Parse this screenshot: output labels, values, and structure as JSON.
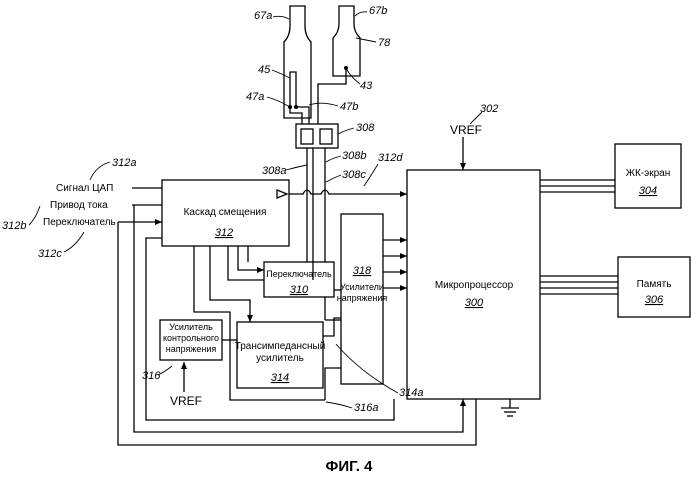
{
  "figure_caption": "ФИГ. 4",
  "sensor": {
    "strip_a_ref": "67a",
    "strip_b_ref": "67b",
    "electrode_45_ref": "45",
    "electrode_78_ref": "78",
    "electrode_43_ref": "43",
    "contact_47a_ref": "47a",
    "contact_47b_ref": "47b"
  },
  "connector": {
    "ref": "308",
    "pin_a_ref": "308a",
    "pin_b_ref": "308b",
    "pin_c_ref": "308c"
  },
  "inputs": {
    "dac_signal_label": "Сигнал ЦАП",
    "current_drive_label": "Привод тока",
    "switch_label": "Переключатель",
    "ref_312a": "312a",
    "ref_312b": "312b",
    "ref_312c": "312c",
    "ref_312d": "312d"
  },
  "blocks": {
    "bias_stage": {
      "label": "Каскад смещения",
      "ref": "312"
    },
    "switch": {
      "label": "Переключатель",
      "ref": "310"
    },
    "voltage_amps": {
      "label_line1": "Усилители",
      "label_line2": "напряжения",
      "ref": "318"
    },
    "tia": {
      "label_line1": "Трансимпедансный",
      "label_line2": "усилитель",
      "ref": "314"
    },
    "control_amp": {
      "label_line1": "Усилитель",
      "label_line2": "контрольного",
      "label_line3": "напряжения",
      "ref": "316"
    },
    "microprocessor": {
      "label": "Микропроцессор",
      "ref": "300"
    },
    "lcd": {
      "label": "ЖК-экран",
      "ref": "304"
    },
    "memory": {
      "label": "Память",
      "ref": "306"
    }
  },
  "refs": {
    "vref_top_label": "VREF",
    "vref_top_ref": "302",
    "vref_bottom_label": "VREF",
    "ref_314a": "314a",
    "ref_316a": "316a"
  }
}
